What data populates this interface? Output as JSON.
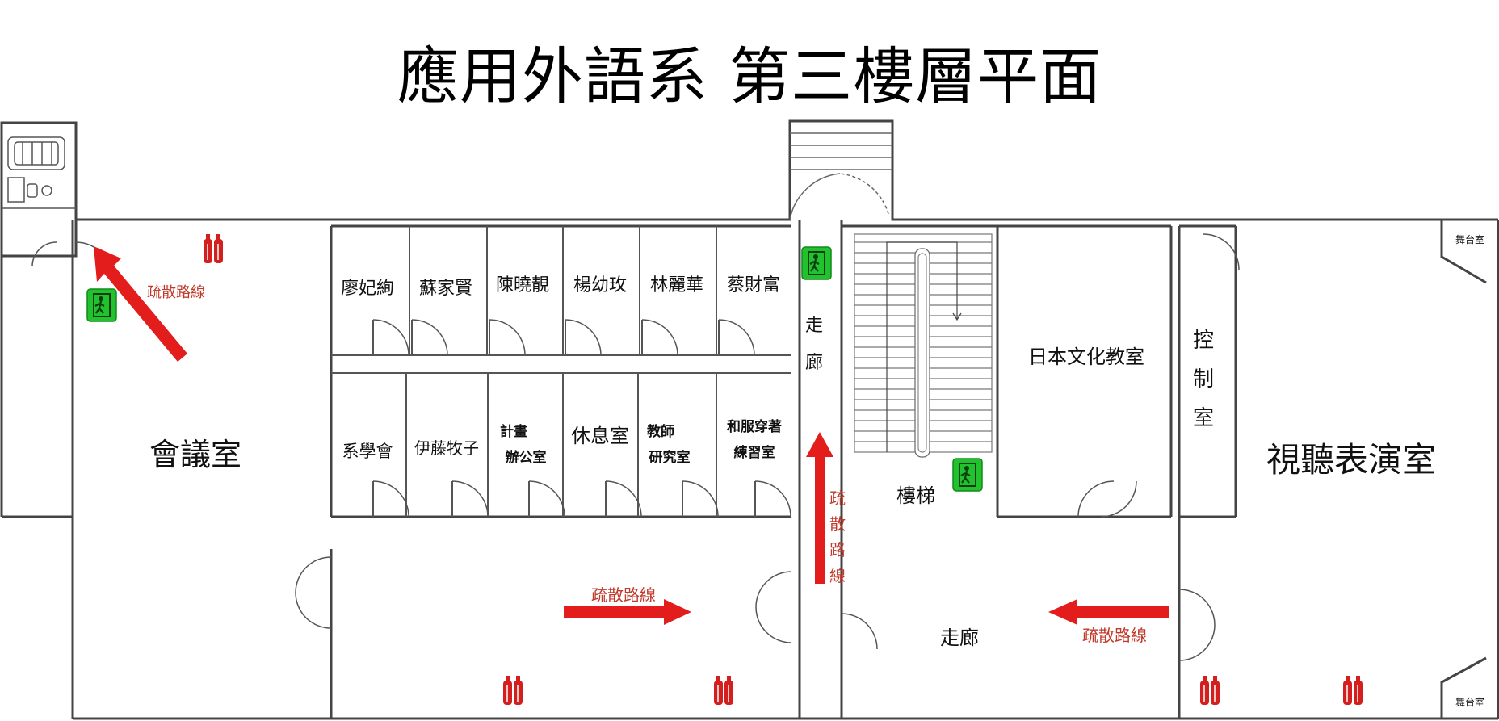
{
  "title": "應用外語系 第三樓層平面",
  "rooms": {
    "conference": "會議室",
    "office_1": "廖妃絢",
    "office_2": "蘇家賢",
    "office_3": "陳曉靚",
    "office_4": "楊幼玫",
    "office_5": "林麗華",
    "office_6": "蔡財富",
    "student_assoc": "系學會",
    "office_7": "伊藤牧子",
    "planning_office_line1": "計畫",
    "planning_office_line2": "辦公室",
    "lounge": "休息室",
    "faculty_research_line1": "教師",
    "faculty_research_line2": "研究室",
    "kimono_room_line1": "和服穿著",
    "kimono_room_line2": "練習室",
    "corridor_vertical": [
      "走",
      "廊"
    ],
    "corridor_lower": "走廊",
    "stairs": "樓梯",
    "japanese_culture": "日本文化教室",
    "control_room": [
      "控",
      "制",
      "室"
    ],
    "av_performance": "視聽表演室",
    "stage_top": "舞台室",
    "stage_bottom": "舞台室"
  },
  "evacuation": {
    "label": "疏散路線",
    "vertical_chars": [
      "疏",
      "散",
      "路",
      "線"
    ]
  },
  "colors": {
    "wall": "#444444",
    "arrow": "#e31c1c",
    "evac_text": "#c0392b",
    "exit_sign": "#22c22e",
    "extinguisher": "#d41f1f"
  }
}
